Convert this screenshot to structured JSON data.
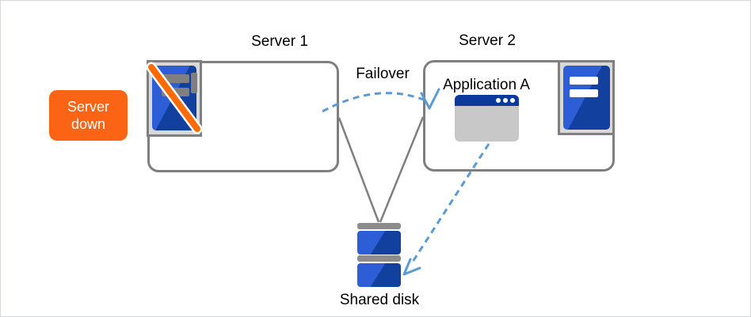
{
  "labels": {
    "server1": "Server 1",
    "server2": "Server 2",
    "failover": "Failover",
    "application": "Application A",
    "shared_disk": "Shared disk",
    "badge_line1": "Server",
    "badge_line2": "down"
  },
  "icons": {
    "failed_server_icon": "blue server tower with gray slots and orange prohibition slash",
    "healthy_server_icon": "blue server tower with white slots",
    "application_window_icon": "window with blue titlebar and three dots",
    "shared_disk_icon": "two stacked blue disk platters with gray caps",
    "failover_arrow": "dashed blue arc with open V arrowhead",
    "app_to_disk_arrow": "dashed blue line with open V arrowhead",
    "storage_connection_lines": "two gray lines converging on shared disk"
  },
  "colors": {
    "accent_orange": "#fb6414",
    "slash_orange": "#ff6b00",
    "server_blue_light": "#2e5ed7",
    "server_blue_dark": "#11409f",
    "window_titlebar_blue": "#0b3a9c",
    "window_body_gray": "#c8c8c9",
    "dashed_arrow_blue": "#5b9bd5",
    "line_gray": "#7f7f7f",
    "disk_cap_gray": "#8c8c8c",
    "icon_frame_gray": "#d9d9d9"
  }
}
